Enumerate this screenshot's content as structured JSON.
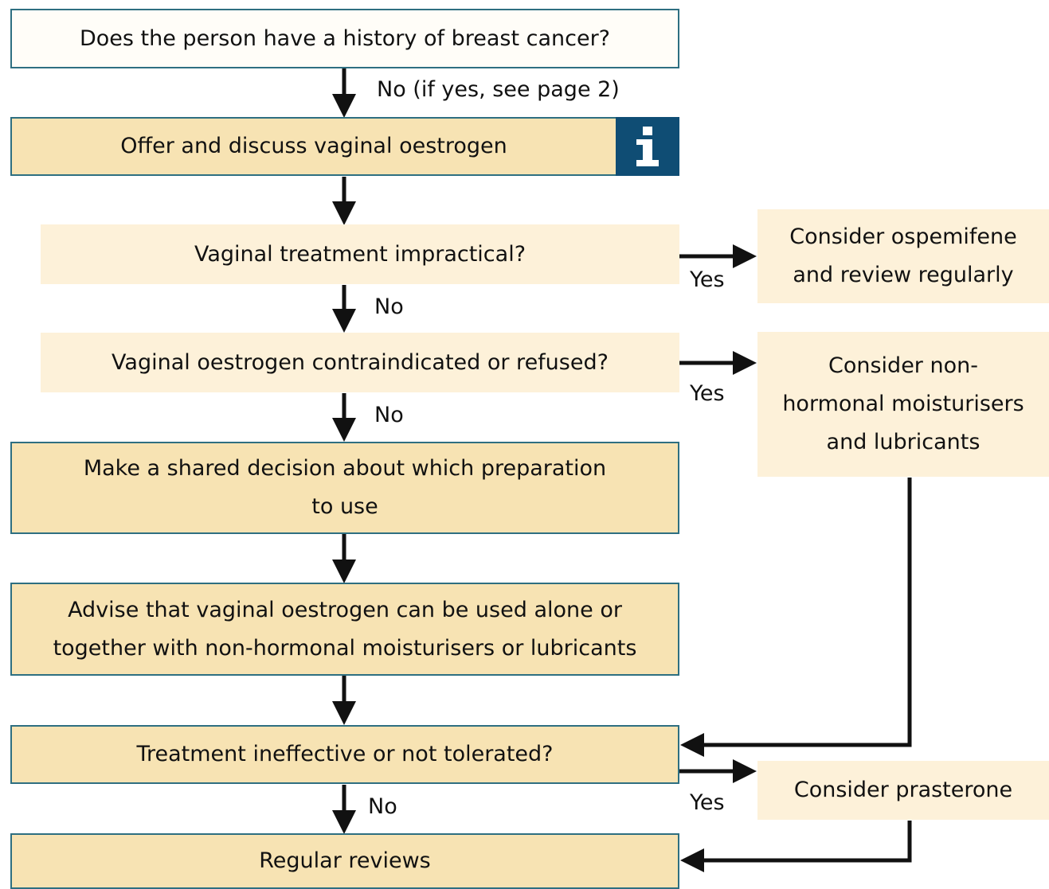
{
  "nodes": {
    "breast_cancer_q": "Does the person have a history of breast cancer?",
    "offer_oestrogen": "Offer and discuss vaginal oestrogen",
    "impractical_q": "Vaginal treatment impractical?",
    "ospemifene": [
      "Consider ospemifene",
      "and review regularly"
    ],
    "contraindicated_q": "Vaginal oestrogen contraindicated or refused?",
    "non_hormonal": [
      "Consider non-",
      "hormonal moisturisers",
      "and lubricants"
    ],
    "shared_decision": [
      "Make a shared decision about which preparation",
      "to use"
    ],
    "advise": [
      "Advise that vaginal oestrogen can be used alone or",
      "together with non-hormonal moisturisers or lubricants"
    ],
    "ineffective_q": "Treatment ineffective or not tolerated?",
    "prasterone": "Consider prasterone",
    "reviews": "Regular reviews"
  },
  "edges": {
    "no_see_page2": "No (if yes, see page 2)",
    "no_1": "No",
    "no_2": "No",
    "no_3": "No",
    "yes_1": "Yes",
    "yes_2": "Yes",
    "yes_3": "Yes"
  },
  "icons": {
    "info": "info-icon"
  },
  "colors": {
    "border": "#2e6f81",
    "box_fill": "#f7e3b3",
    "question_fill": "#fdf1d9",
    "info_badge": "#0f4d74",
    "arrow": "#111111"
  }
}
